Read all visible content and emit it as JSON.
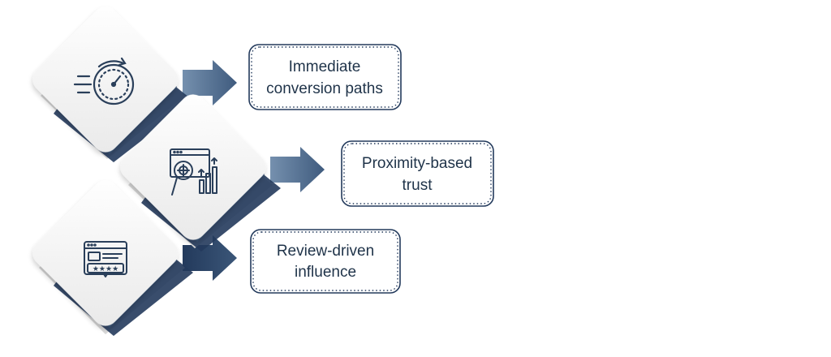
{
  "colors": {
    "navy": "#233a5c",
    "steel_dark": "#3b5678",
    "steel_light": "#6f8aa8",
    "tile_light": "#fafafa",
    "tile_shadow": "#cfcfcf",
    "icon_stroke": "#2a3f5a",
    "text": "#1f3349"
  },
  "steps": [
    {
      "icon": "stopwatch-speed-icon",
      "label_lines": [
        "Immediate",
        "conversion paths"
      ]
    },
    {
      "icon": "analytics-magnifier-icon",
      "label_lines": [
        "Proximity-based",
        "trust"
      ]
    },
    {
      "icon": "review-stars-icon",
      "label_lines": [
        "Review-driven",
        "influence"
      ]
    }
  ]
}
